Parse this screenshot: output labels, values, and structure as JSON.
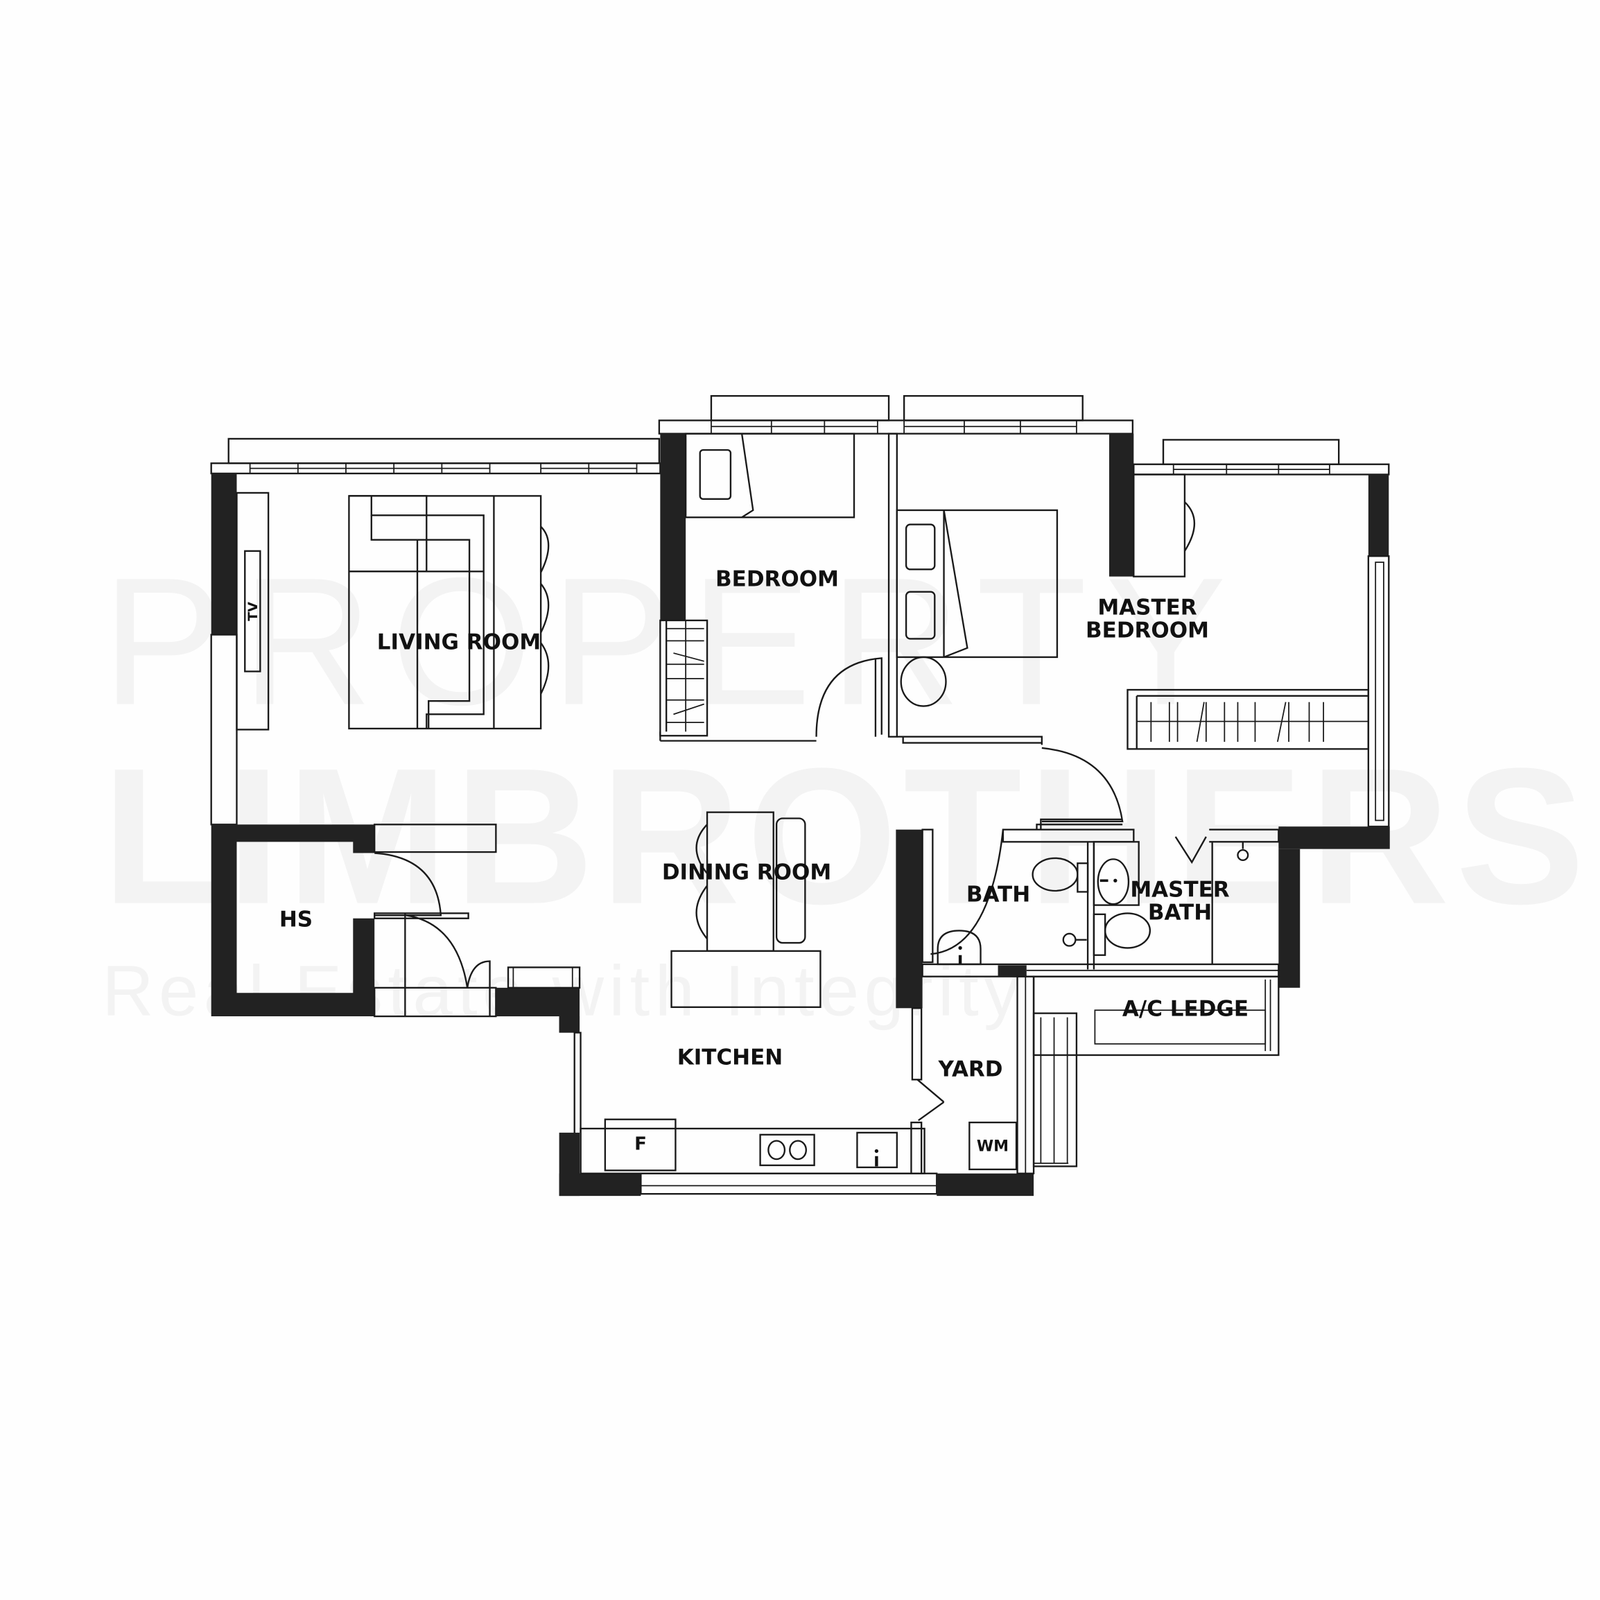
{
  "floor_plan": {
    "watermark": {
      "line1": "PROPERTY",
      "line2": "LIMBROTHERS",
      "line3": "Real Estate with Integrity"
    },
    "rooms": {
      "living_room": "LIVING ROOM",
      "bedroom": "BEDROOM",
      "master_bedroom_line1": "MASTER",
      "master_bedroom_line2": "BEDROOM",
      "dining_room": "DINING ROOM",
      "hs": "HS",
      "bath": "BATH",
      "master_bath_line1": "MASTER",
      "master_bath_line2": "BATH",
      "ac_ledge": "A/C LEDGE",
      "kitchen": "KITCHEN",
      "yard": "YARD"
    },
    "fixtures": {
      "tv": "TV",
      "fridge": "F",
      "washing_machine": "WM"
    },
    "colors": {
      "wall": "#222222",
      "line": "#1a1a1a",
      "background": "#fefefe",
      "watermark": "#f3f3f3"
    }
  }
}
